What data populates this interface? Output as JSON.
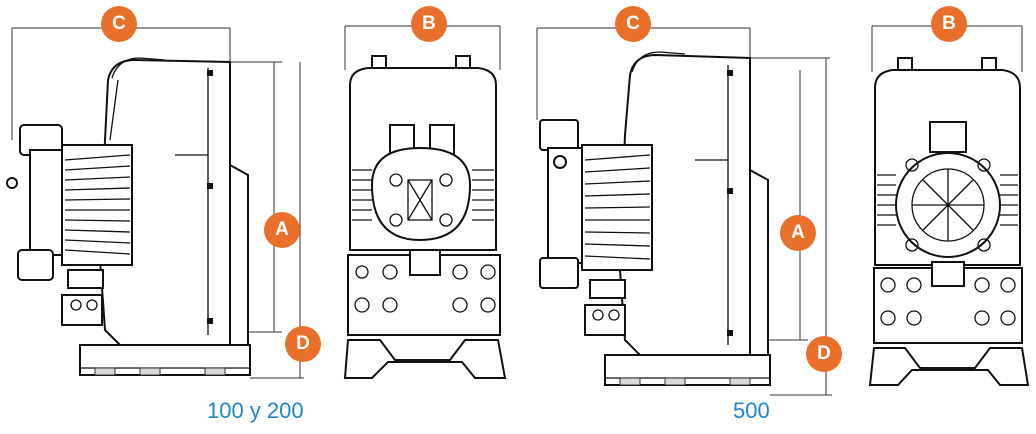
{
  "dimension_labels": {
    "A": "A",
    "B": "B",
    "C": "C",
    "D": "D"
  },
  "captions": {
    "left": "100 y 200",
    "right": "500"
  },
  "colors": {
    "badge": "#e8702a",
    "caption": "#1f86c9",
    "outline": "#111111"
  }
}
